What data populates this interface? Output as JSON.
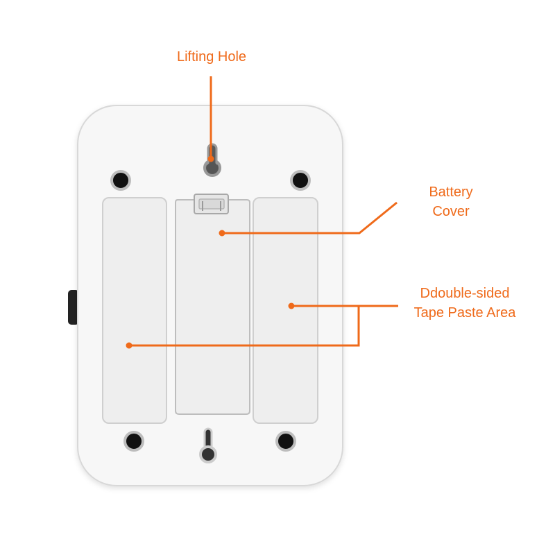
{
  "colors": {
    "accent": "#ef6a1a",
    "device_body": "#f7f7f7",
    "device_outline": "#d8d8d8",
    "panel_fill": "#eeeeee",
    "panel_outline": "#cfcfcf",
    "screw": "#111111",
    "side_button": "#222222"
  },
  "callouts": {
    "lifting_hole": {
      "label": "Lifting Hole"
    },
    "battery_cover": {
      "line1": "Battery",
      "line2": "Cover"
    },
    "tape_area": {
      "line1": "Ddouble-sided",
      "line2": "Tape Paste Area"
    }
  }
}
